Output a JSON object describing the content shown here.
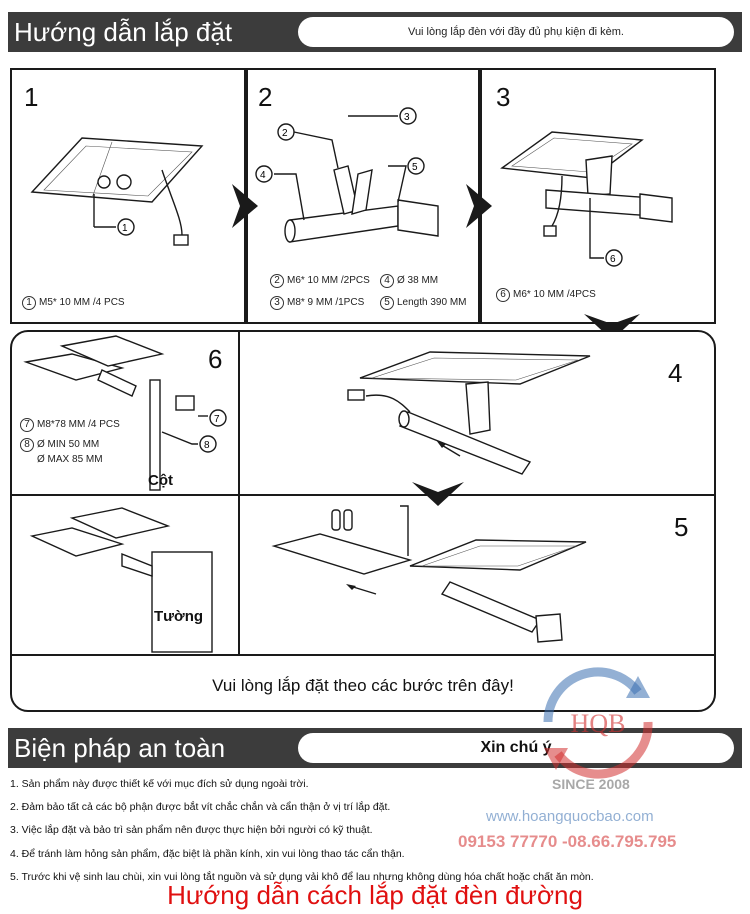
{
  "install": {
    "title": "Hướng dẫn lắp đặt",
    "note": "Vui lòng lắp đèn với đầy đủ phụ kiện đi kèm."
  },
  "steps": {
    "s1": {
      "num": "1",
      "spec1": "M5* 10  MM /4 PCS"
    },
    "s2": {
      "num": "2",
      "spec2": "M6* 10  MM /2PCS",
      "spec3": "M8* 9  MM /1PCS",
      "spec4": "Ø 38 MM",
      "spec5": "Length 390 MM"
    },
    "s3": {
      "num": "3",
      "spec6": "M6* 10  MM /4PCS"
    },
    "s4": {
      "num": "4"
    },
    "s5": {
      "num": "5"
    },
    "s6": {
      "num": "6",
      "spec7": "M8*78 MM /4 PCS",
      "spec8a": "Ø MIN 50 MM",
      "spec8b": "Ø MAX 85 MM",
      "pole": "Cột"
    },
    "wall": "Tường"
  },
  "follow_steps": "Vui lòng lắp đặt theo các bước trên đây!",
  "safety": {
    "title": "Biện pháp an toàn",
    "note": "Xin chú ý",
    "items": [
      "1. Sản phẩm này được thiết kế với mục đích sử dụng ngoài trời.",
      "2. Đảm bảo tất cả các bộ phận được bắt vít chắc chắn và cẩn thận ở vị trí lắp đặt.",
      "3. Việc lắp đặt và bảo trì sản phẩm nên được thực hiện bởi người có kỹ thuật.",
      "4. Để tránh làm hỏng sản phẩm, đặc biệt là phần kính, xin vui lòng thao tác cẩn thận.",
      "5. Trước khi vệ sinh lau chùi, xin vui lòng tắt nguồn và sử dụng vải khô để lau nhưng không dùng hóa chất hoặc chất ăn mòn."
    ]
  },
  "watermark": {
    "logo": "HQB",
    "since": "SINCE 2008",
    "site": "www.hoangquocbao.com",
    "phone": "09153 77770 -08.66.795.795"
  },
  "footer_title": "Hướng dẫn cách lắp đặt đèn đường",
  "colors": {
    "header_bar": "#3c3c3c",
    "footer_text": "#e01010",
    "watermark_red": "#d23030",
    "watermark_blue": "#3a6fb0"
  }
}
